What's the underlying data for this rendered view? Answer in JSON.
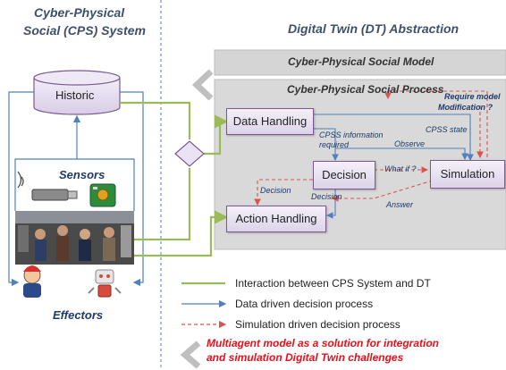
{
  "left_panel": {
    "title_line1": "Cyber-Physical",
    "title_line2": "Social  (CPS) System",
    "historic_label": "Historic",
    "sensors_label": "Sensors",
    "effectors_label": "Effectors"
  },
  "right_panel": {
    "title": "Digital Twin (DT) Abstraction",
    "model_title": "Cyber-Physical Social Model",
    "process_title": "Cyber-Physical Social Process",
    "require_model_line1": "Require model",
    "require_model_line2": "Modification ?",
    "boxes": {
      "data_handling": "Data Handling",
      "decision": "Decision",
      "simulation": "Simulation",
      "action_handling": "Action Handling"
    },
    "arrow_labels": {
      "cpss_info_line1": "CPSS information",
      "cpss_info_line2": "required",
      "cpss_state": "CPSS state",
      "observe": "Observe",
      "what_if": "What if ?",
      "decision_left": "Decision",
      "decision_bottom": "Decision",
      "answer": "Answer"
    }
  },
  "legend": {
    "items": [
      {
        "label": "Interaction between CPS System and DT",
        "color": "#9bbb59"
      },
      {
        "label": "Data driven decision process",
        "color": "#4f81bd"
      },
      {
        "label": "Simulation driven decision process",
        "color": "#d9534f"
      }
    ],
    "note_line1": "Multiagent model as a solution for integration",
    "note_line2": "and simulation Digital Twin challenges"
  },
  "colors": {
    "interaction": "#9bbb59",
    "data": "#4f81bd",
    "simulation": "#d9534f",
    "note": "#e8101a"
  }
}
